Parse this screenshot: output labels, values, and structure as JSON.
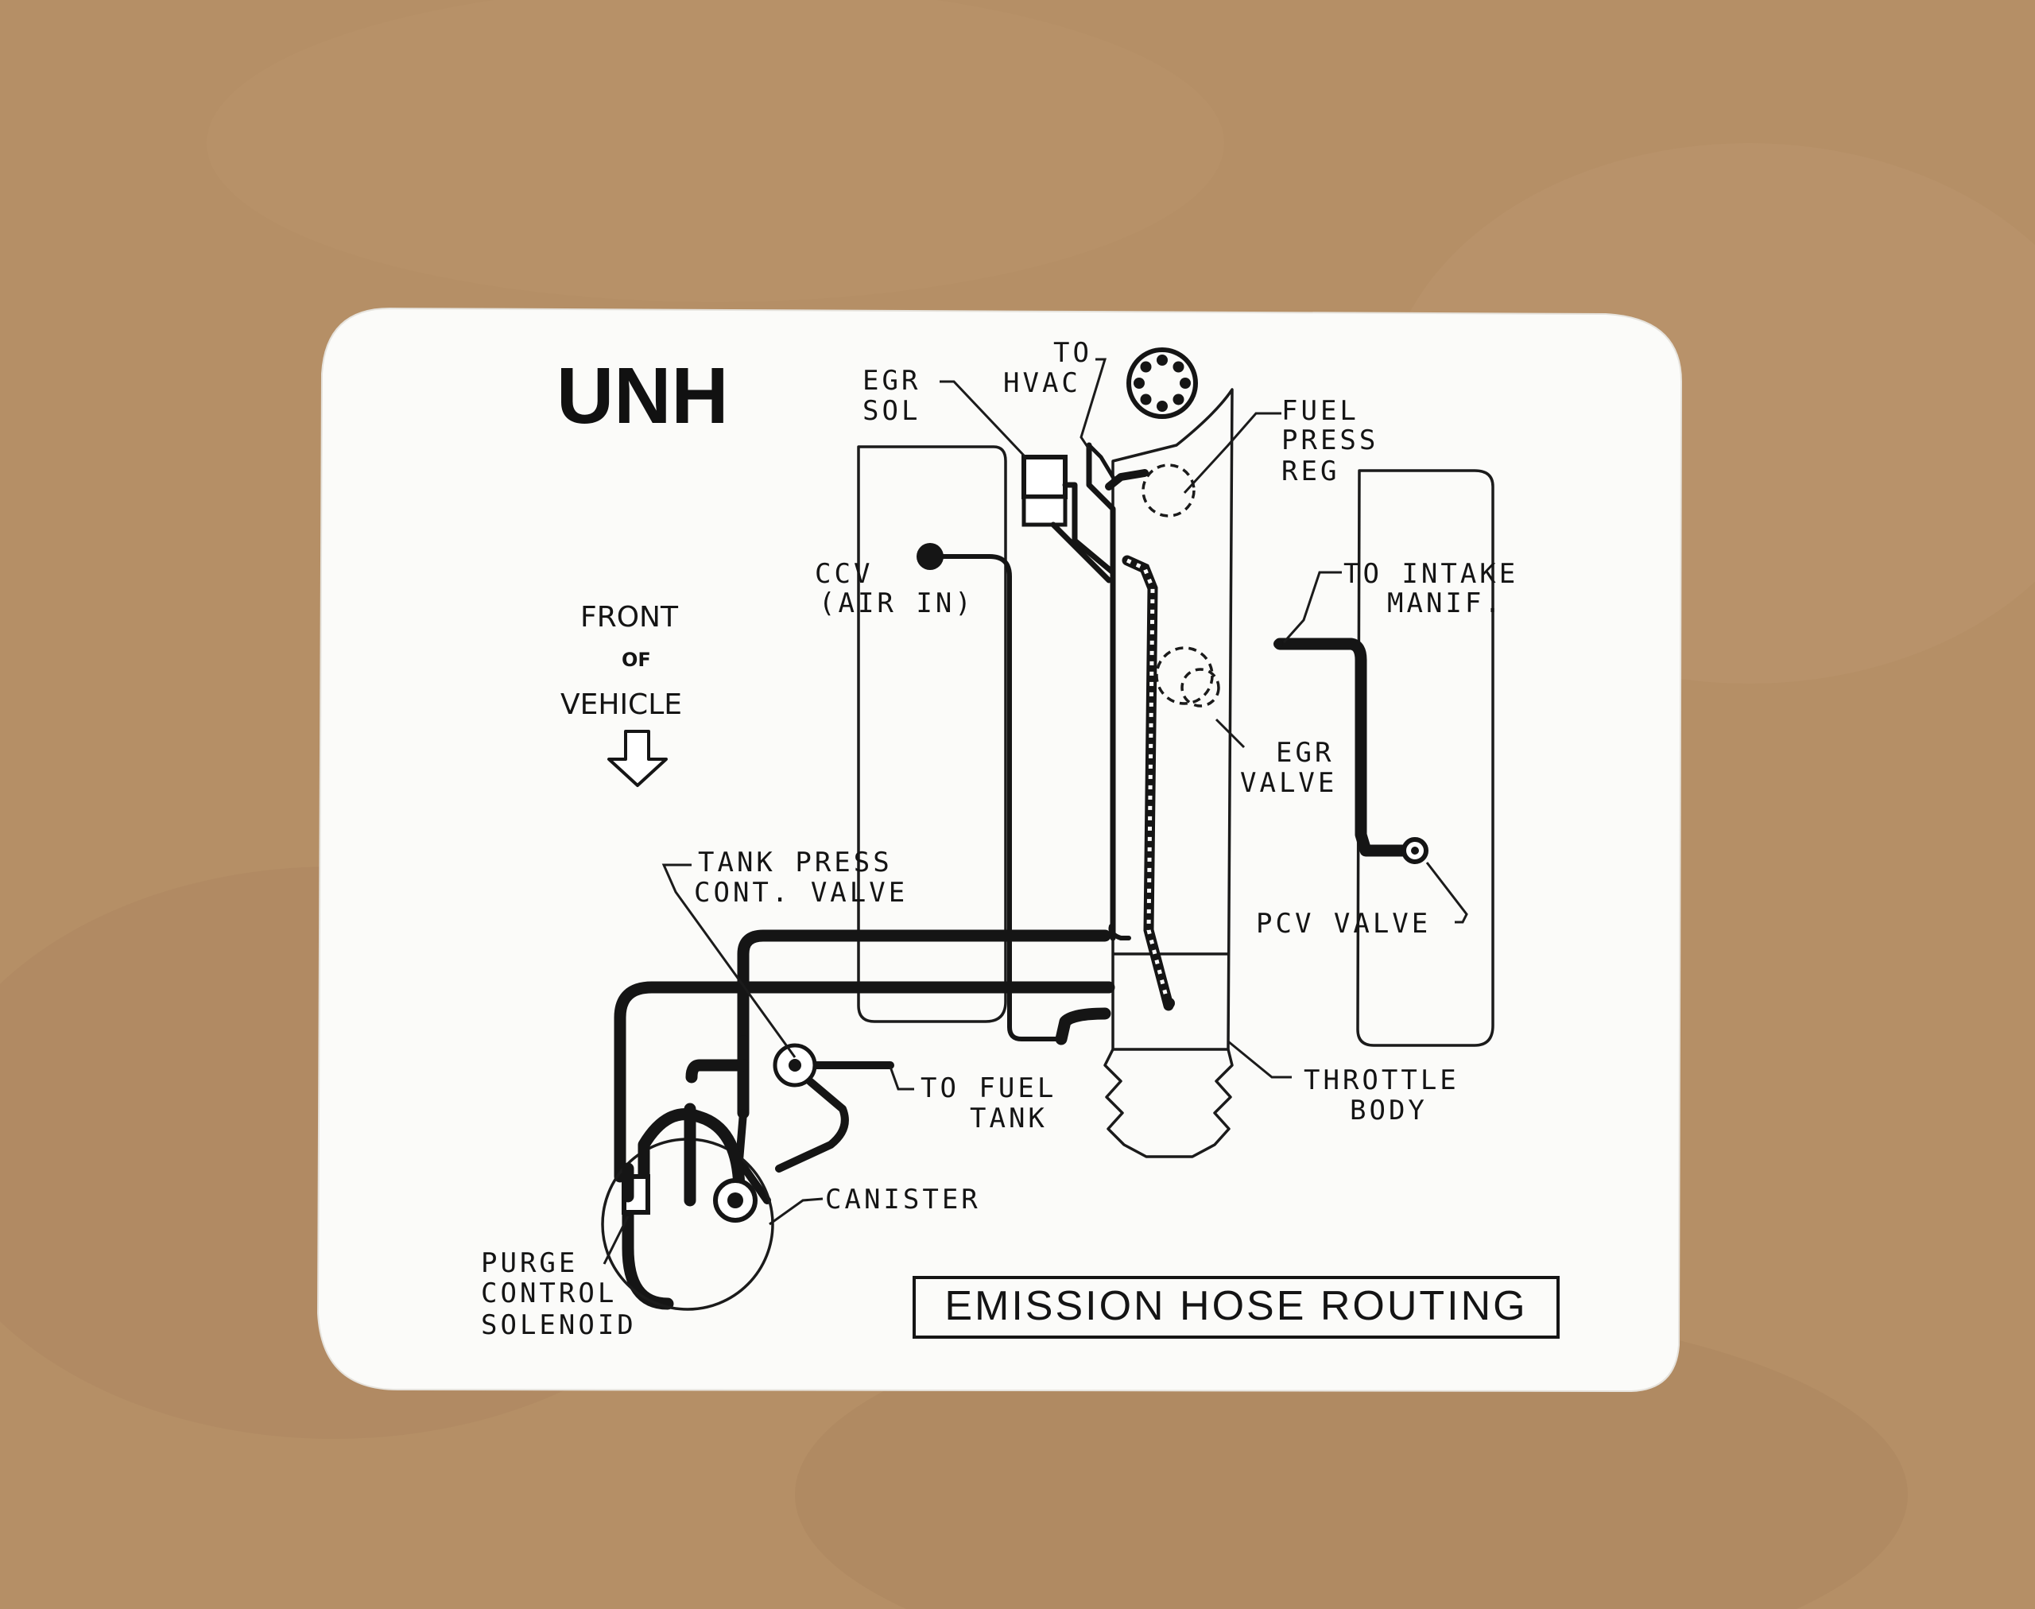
{
  "label": {
    "code": "UNH",
    "front": [
      "FRONT",
      "OF",
      "VEHICLE"
    ],
    "callouts": {
      "egr_sol": [
        "EGR",
        "SOL"
      ],
      "to_hvac": [
        "TO",
        "HVAC"
      ],
      "fuel_press_reg": [
        "FUEL",
        "PRESS",
        "REG"
      ],
      "ccv": [
        "CCV",
        "(AIR IN)"
      ],
      "to_intake": [
        "TO INTAKE",
        "MANIF."
      ],
      "egr_valve": [
        "EGR",
        "VALVE"
      ],
      "tank_press": [
        "TANK PRESS",
        "CONT. VALVE"
      ],
      "pcv_valve": "PCV VALVE",
      "to_fuel_tank": [
        "TO FUEL",
        "TANK"
      ],
      "throttle_body": [
        "THROTTLE",
        "BODY"
      ],
      "canister": "CANISTER",
      "purge": [
        "PURGE",
        "CONTROL",
        "SOLENOID"
      ]
    },
    "title": "EMISSION HOSE ROUTING"
  },
  "colors": {
    "background": "#b58f66",
    "label": "#fbfbf9",
    "ink": "#151515"
  }
}
